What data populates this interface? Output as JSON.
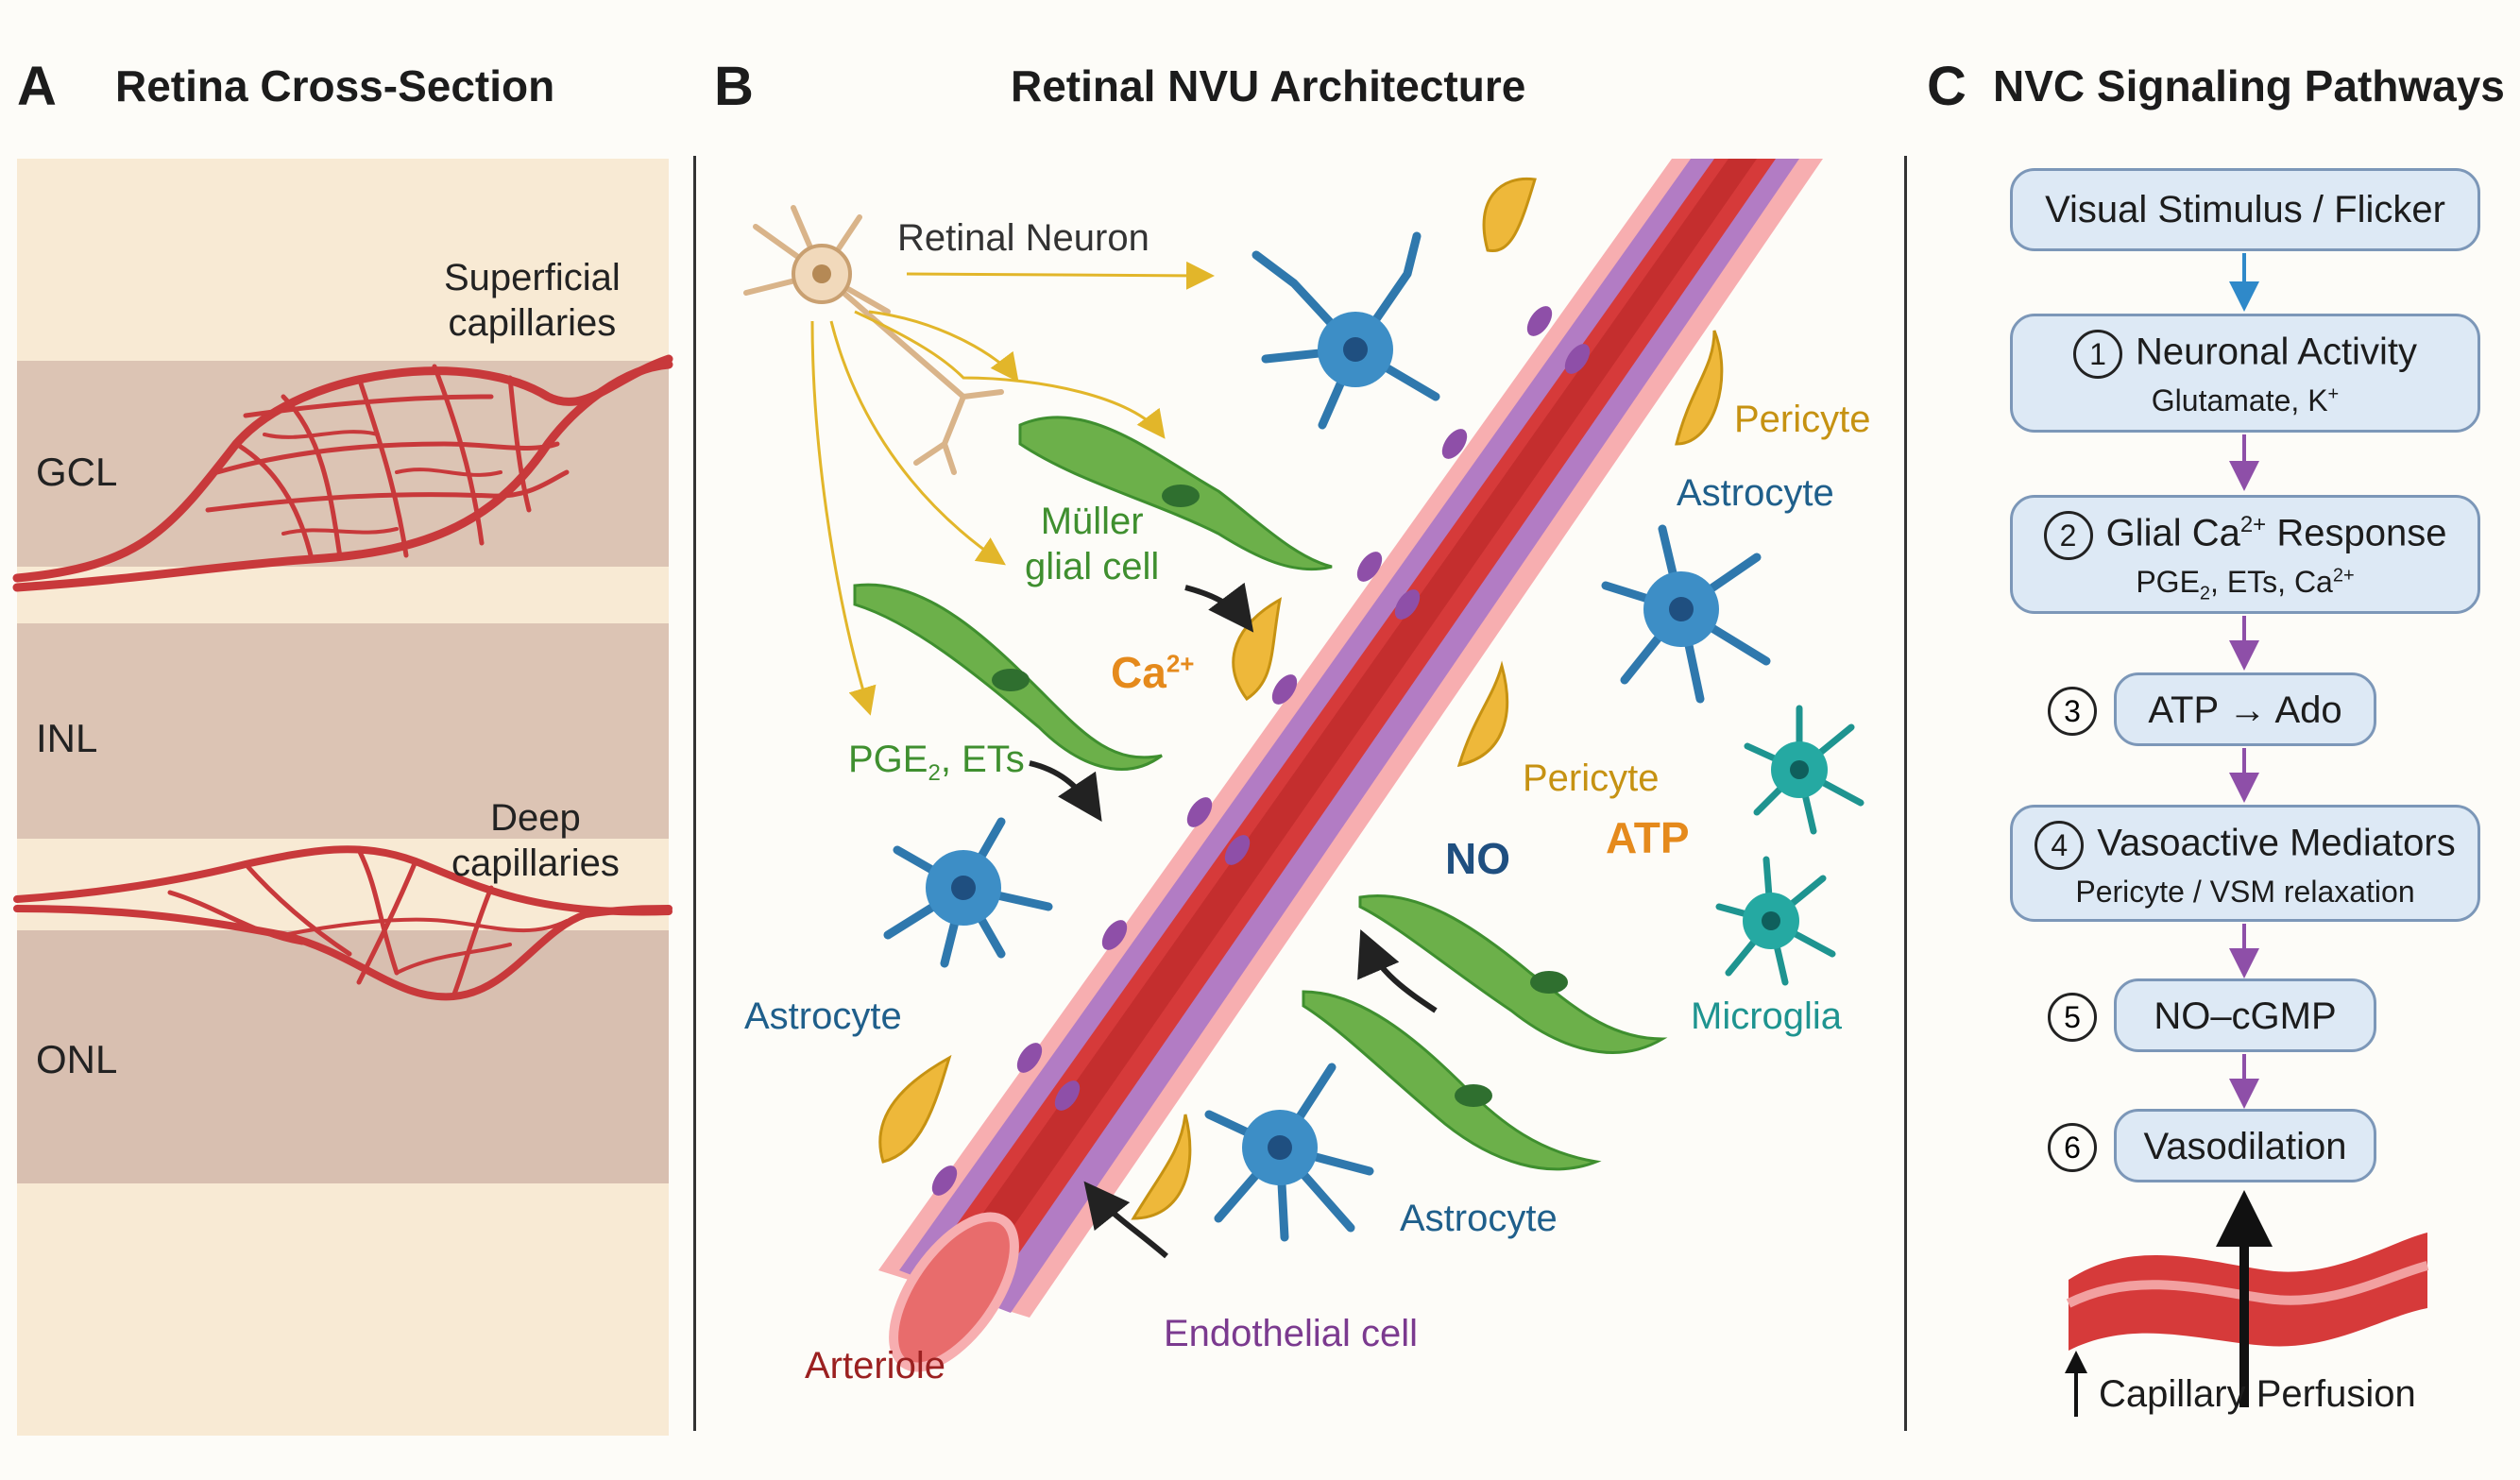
{
  "panels": {
    "a": {
      "letter": "A",
      "title": "Retina Cross-Section"
    },
    "b": {
      "letter": "B",
      "title": "Retinal NVU Architecture"
    },
    "c": {
      "letter": "C",
      "title": "NVC Signaling Pathways"
    }
  },
  "panel_a": {
    "layers": {
      "gcl": "GCL",
      "inl": "INL",
      "onl": "ONL"
    },
    "superficial": {
      "line1": "Superficial",
      "line2": "capillaries"
    },
    "deep": {
      "line1": "Deep",
      "line2": "capillaries"
    }
  },
  "panel_b": {
    "retinal_neuron": "Retinal Neuron",
    "muller": {
      "line1": "Müller",
      "line2": "glial cell"
    },
    "ca": {
      "base": "Ca",
      "sup": "2+"
    },
    "pge": {
      "pre": "PGE",
      "sub": "2",
      "post": ", ETs"
    },
    "astrocyte": "Astrocyte",
    "pericyte": "Pericyte",
    "atp": "ATP",
    "no": "NO",
    "microglia": "Microglia",
    "endothelial": "Endothelial cell",
    "arteriole": "Arteriole"
  },
  "panel_c": {
    "stimulus": "Visual Stimulus / Flicker",
    "steps": [
      {
        "num": "1",
        "title": "Neuronal Activity",
        "sub_html": "Glutamate, K<sup>+</sup>"
      },
      {
        "num": "2",
        "title_html": "Glial Ca<sup>2+</sup> Response",
        "sub_html": "PGE<sub>2</sub>, ETs, Ca<sup>2+</sup>"
      },
      {
        "num": "3",
        "title": "ATP → Ado"
      },
      {
        "num": "4",
        "title": "Vasoactive Mediators",
        "sub": "Pericyte / VSM relaxation"
      },
      {
        "num": "5",
        "title": "NO–cGMP"
      },
      {
        "num": "6",
        "title": "Vasodilation"
      }
    ],
    "perfusion": "Capillary Perfusion"
  },
  "colors": {
    "vessel_red": "#d63a3a",
    "endothelial_purple": "#b27cc4",
    "pericyte_yellow": "#eeb83a",
    "muller_green": "#6cb04a",
    "astrocyte_blue": "#3d8ec6",
    "microglia_teal": "#25a9a2",
    "box_fill": "#dde9f5"
  }
}
